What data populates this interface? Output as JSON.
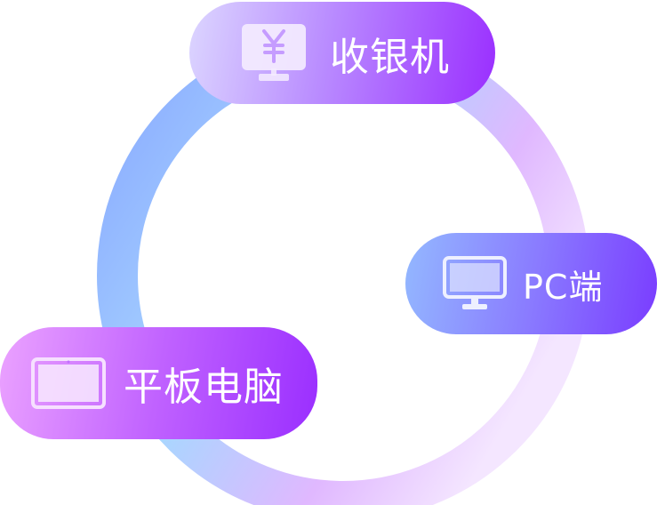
{
  "devices": [
    {
      "id": "cashier",
      "label": "收银机",
      "icon": "cash-register-yen-icon"
    },
    {
      "id": "pc",
      "label": "PC端",
      "icon": "monitor-icon"
    },
    {
      "id": "tablet",
      "label": "平板电脑",
      "icon": "tablet-icon"
    }
  ],
  "colors": {
    "ring_left": "#8fb0ff",
    "ring_bottom": "#b5e2ff",
    "ring_right": "#eccfff",
    "accent": "#9a2eff"
  }
}
